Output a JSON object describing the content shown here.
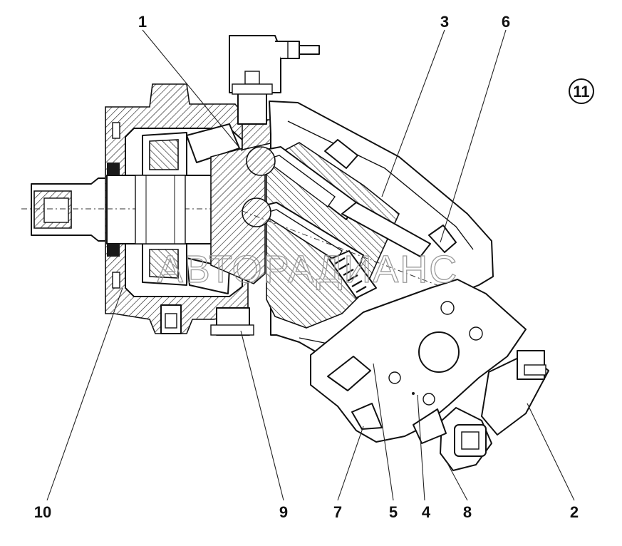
{
  "figure_number": "11",
  "watermark": "АВТОРАДИАНС",
  "callouts": [
    {
      "id": "c1",
      "label": "1"
    },
    {
      "id": "c2",
      "label": "2"
    },
    {
      "id": "c3",
      "label": "3"
    },
    {
      "id": "c4",
      "label": "4"
    },
    {
      "id": "c5",
      "label": "5"
    },
    {
      "id": "c6",
      "label": "6"
    },
    {
      "id": "c7",
      "label": "7"
    },
    {
      "id": "c8",
      "label": "8"
    },
    {
      "id": "c9",
      "label": "9"
    },
    {
      "id": "c10",
      "label": "10"
    }
  ]
}
